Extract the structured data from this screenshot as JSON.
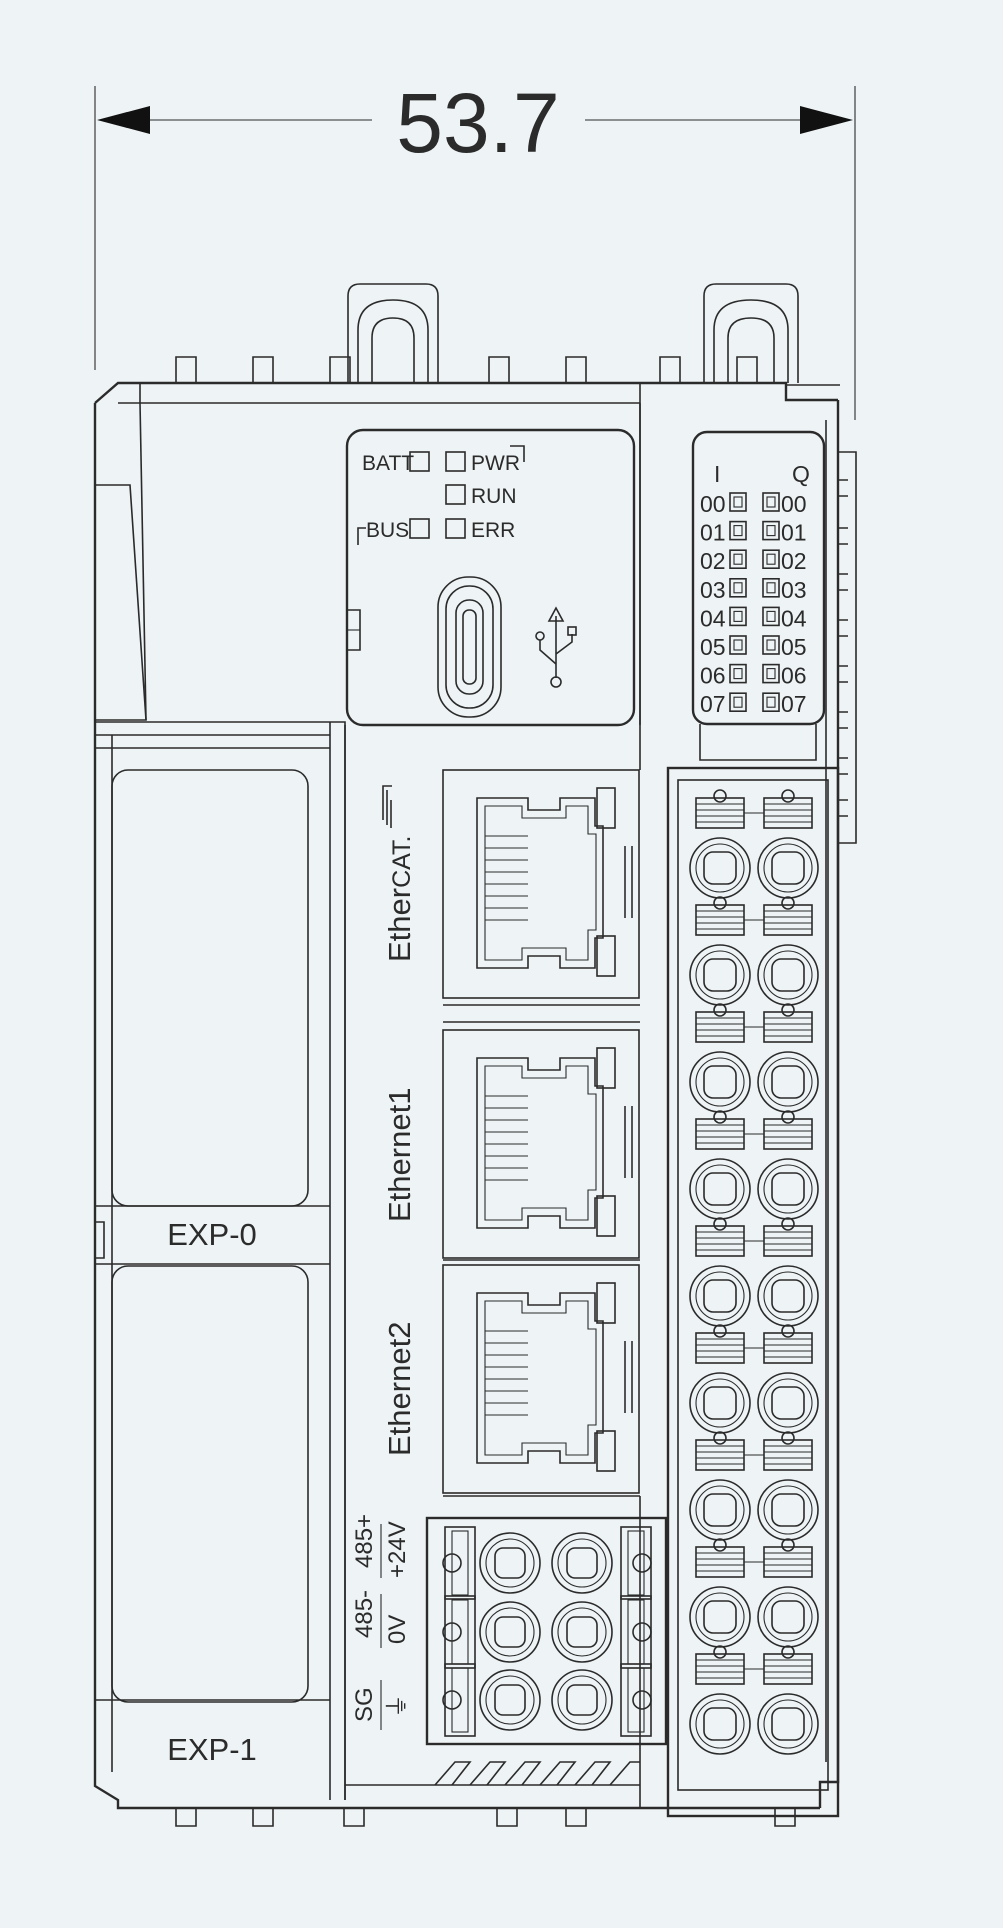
{
  "dimension": {
    "value": "53.7"
  },
  "leds": {
    "left": [
      "BATT",
      "BUS"
    ],
    "right": [
      "PWR",
      "RUN",
      "ERR"
    ]
  },
  "io": {
    "input_header": "I",
    "output_header": "Q",
    "channels": [
      "00",
      "01",
      "02",
      "03",
      "04",
      "05",
      "06",
      "07"
    ]
  },
  "ports": {
    "ethercat_prefix": "Ether",
    "ethercat_suffix": "CAT.",
    "ethernet1": "Ethernet1",
    "ethernet2": "Ethernet2"
  },
  "expansion": [
    "EXP-0",
    "EXP-1"
  ],
  "power_terminals": [
    {
      "top": "485+",
      "bottom": "+24V"
    },
    {
      "top": "485-",
      "bottom": "0V"
    },
    {
      "top": "SG",
      "bottom": "⏚"
    }
  ],
  "icons": [
    "usb-icon",
    "usb-c-port",
    "rj45-port",
    "spring-terminal"
  ]
}
